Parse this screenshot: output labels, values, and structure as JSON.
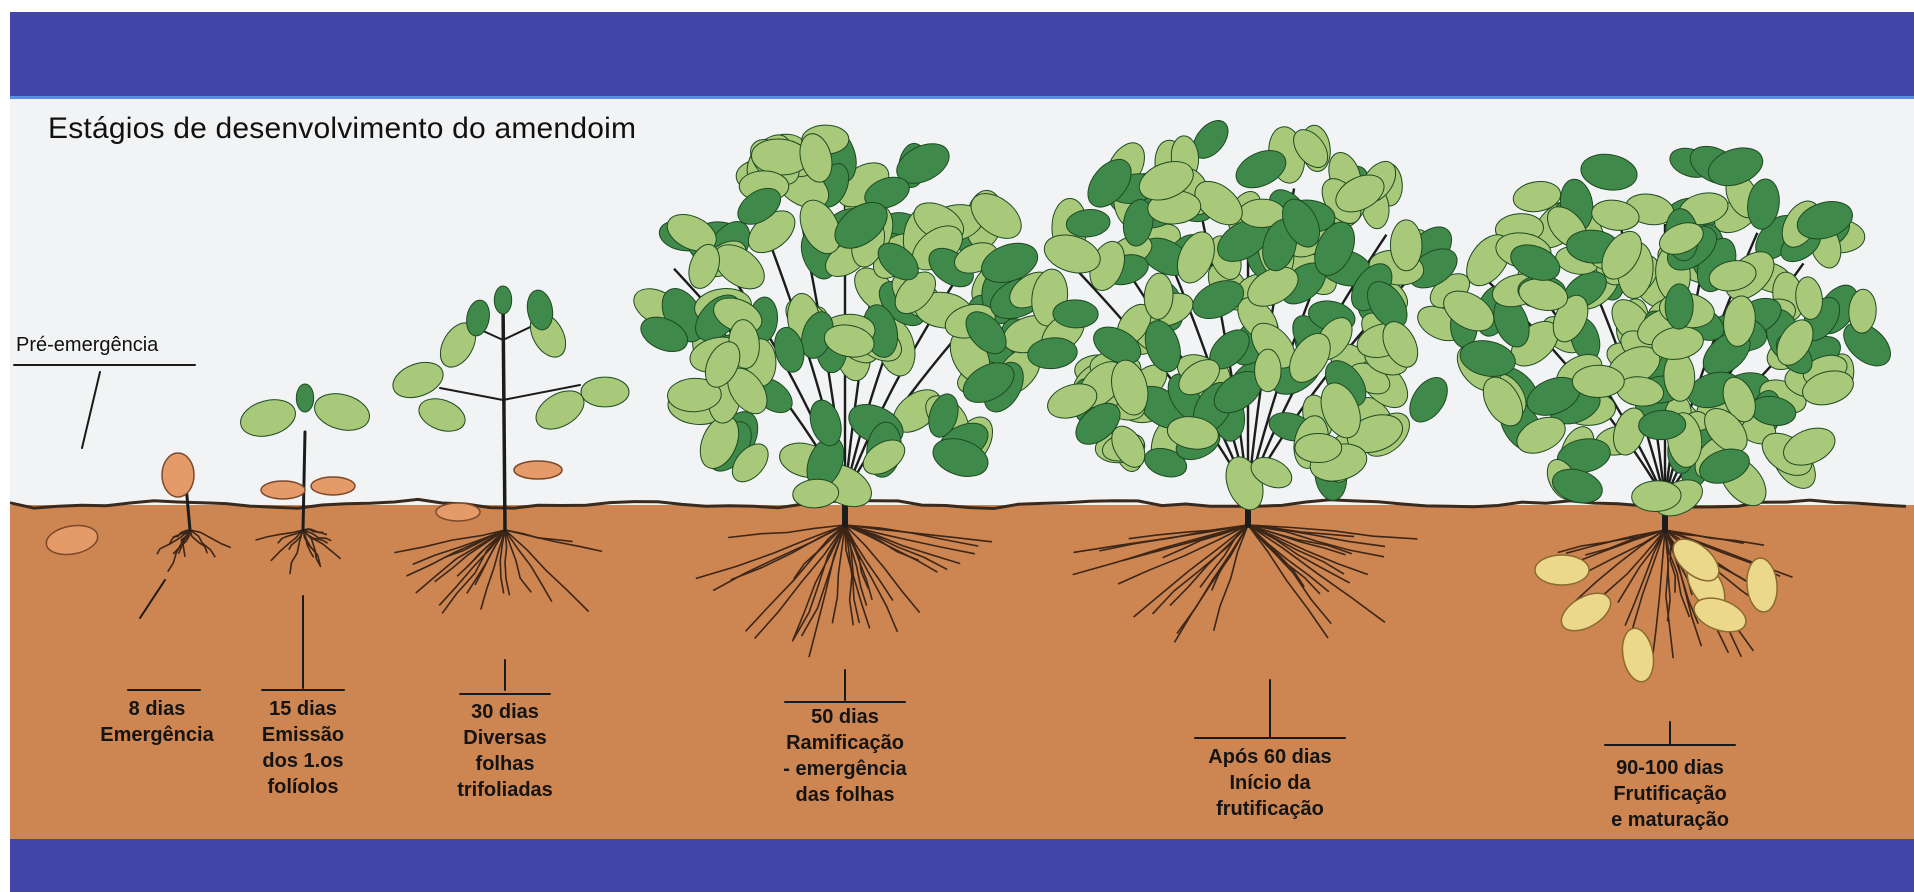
{
  "title": "Estágios de desenvolvimento do amendoim",
  "pre_emergence": "Pré-emergência",
  "stages": [
    {
      "days": "8 dias",
      "lines": [
        "Emergência"
      ]
    },
    {
      "days": "15 dias",
      "lines": [
        "Emissão",
        "dos 1.os",
        "folíolos"
      ]
    },
    {
      "days": "30 dias",
      "lines": [
        "Diversas",
        "folhas",
        "trifoliadas"
      ]
    },
    {
      "days": "50 dias",
      "lines": [
        "Ramificação",
        "- emergência",
        "das folhas"
      ]
    },
    {
      "days": "Após 60 dias",
      "lines": [
        "Início da",
        "frutificação"
      ]
    },
    {
      "days": "90-100 dias",
      "lines": [
        "Frutificação",
        "e maturação"
      ]
    }
  ],
  "colors": {
    "banner": "#4246a8",
    "soil": "#cd8552",
    "sky": "#f1f3f4",
    "leaf_light": "#a9c97a",
    "leaf_dark": "#3f8a4a",
    "seed": "#e59a6a",
    "pod": "#ecd88a"
  }
}
